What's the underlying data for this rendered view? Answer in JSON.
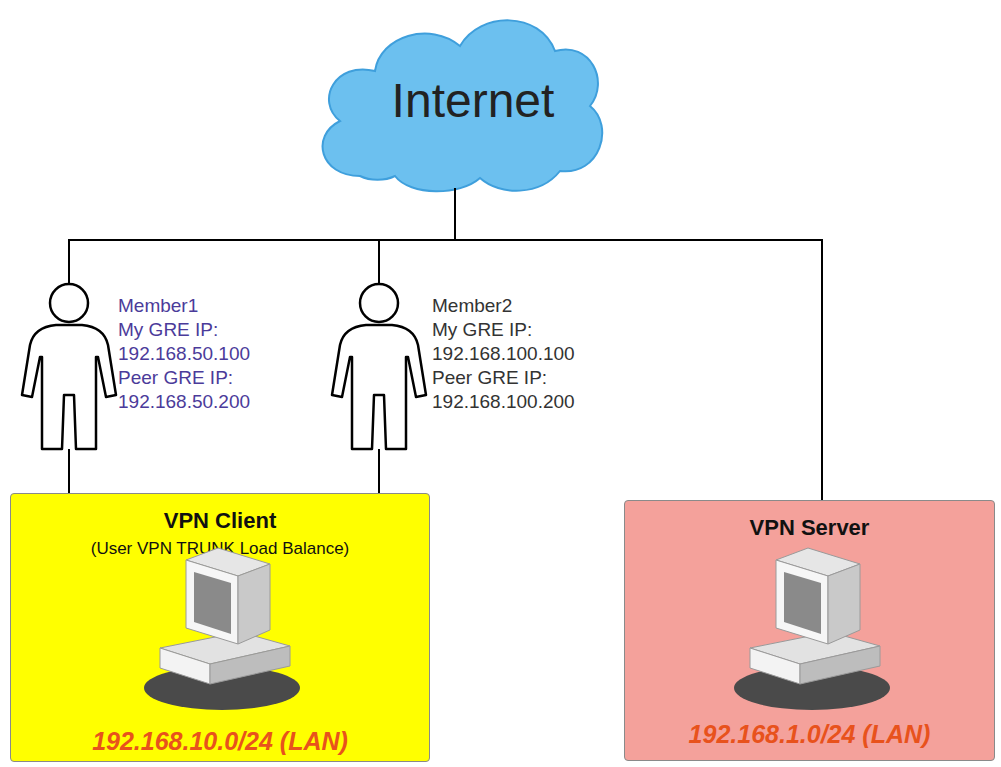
{
  "diagram": {
    "nodes": [
      {
        "text": [
          "Internet"
        ]
      },
      {
        "text": [
          "Member1",
          "My GRE IP:",
          "192.168.50.100",
          "Peer GRE IP:",
          "192.168.50.200"
        ]
      },
      {
        "text": [
          "Member2",
          "My GRE IP:",
          "192.168.100.100",
          "Peer GRE IP:",
          "192.168.100.200"
        ]
      },
      {
        "text": [
          "VPN Client",
          "(User VPN TRUNK Load Balance)",
          "192.168.10.0/24 (LAN)"
        ]
      },
      {
        "text": [
          "VPN Server",
          "192.168.1.0/24 (LAN)"
        ]
      }
    ],
    "edges": [
      {
        "from": 0,
        "to": 1,
        "arrow": "none"
      },
      {
        "from": 0,
        "to": 2,
        "arrow": "none"
      },
      {
        "from": 0,
        "to": 4,
        "arrow": "none"
      },
      {
        "from": 1,
        "to": 3,
        "arrow": "none"
      },
      {
        "from": 2,
        "to": 3,
        "arrow": "none"
      }
    ]
  }
}
